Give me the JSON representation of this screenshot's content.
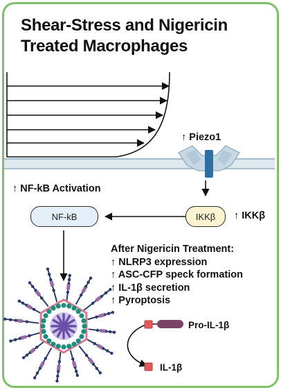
{
  "title": {
    "line1": "Shear-Stress and Nigericin",
    "line2": "Treated Macrophages"
  },
  "piezo_label": "↑ Piezo1",
  "nfkb_activation_label": "↑ NF-kB Activation",
  "nfkb_node": "NF-kB",
  "ikkb_node": "IKKβ",
  "ikkb_label": "↑ IKKβ",
  "after_treatment": {
    "heading": "After Nigericin Treatment:",
    "items": [
      "↑ NLRP3 expression",
      "↑ ASC-CFP speck formation",
      "↑ IL-1β secretion",
      "↑ Pyroptosis"
    ]
  },
  "pro_il1b_label": "Pro-IL-1β",
  "il1b_label": "IL-1β",
  "colors": {
    "border": "#7fbf6a",
    "membrane": "#b9cfdd",
    "nfkb_fill": "#e4eef8",
    "ikkb_fill": "#fbf3cf",
    "pro_il1b_red": "#e25b5b",
    "pro_il1b_purple": "#7a4467",
    "speck_teal": "#1f8c7d",
    "speck_purple": "#6a4fa8"
  }
}
